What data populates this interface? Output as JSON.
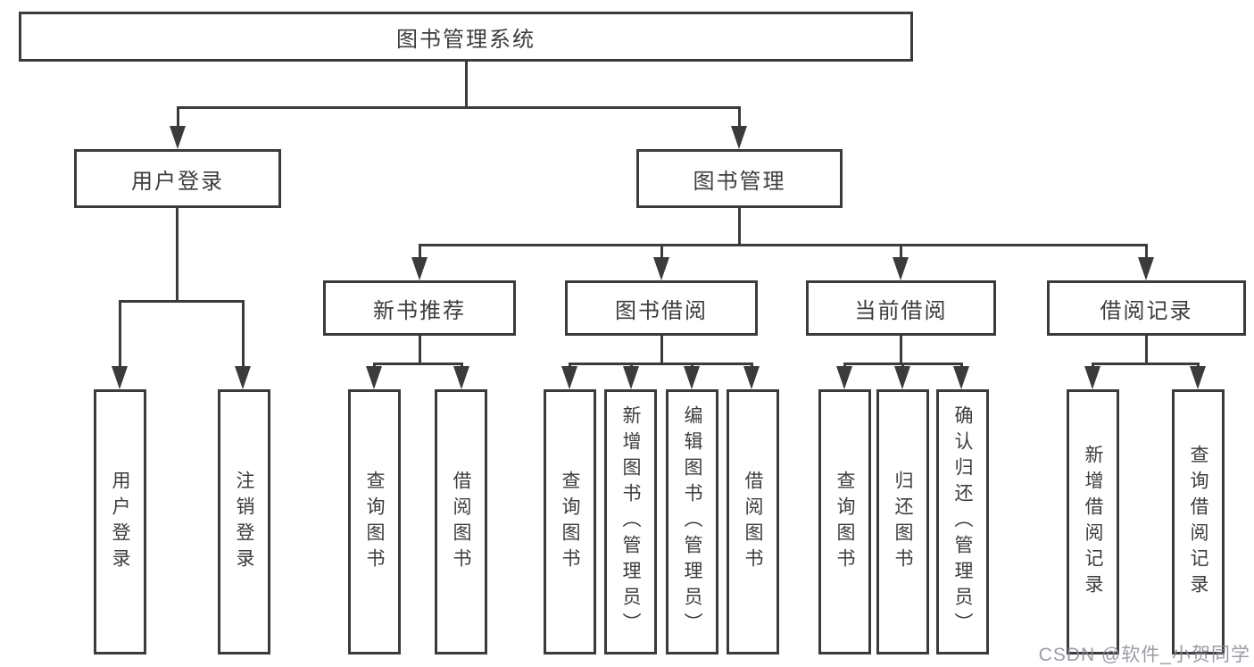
{
  "palette": {
    "line": "#3b3b3b",
    "text": "#3d3d3d",
    "background": "#ffffff",
    "watermark": "#8a8a96"
  },
  "tree": {
    "root": {
      "label": "图书管理系统"
    },
    "branches": [
      {
        "label": "用户登录",
        "children": [
          {
            "label": "用户登录"
          },
          {
            "label": "注销登录"
          }
        ]
      },
      {
        "label": "图书管理",
        "modules": [
          {
            "label": "新书推荐",
            "children": [
              {
                "label": "查询图书"
              },
              {
                "label": "借阅图书"
              }
            ]
          },
          {
            "label": "图书借阅",
            "children": [
              {
                "label": "查询图书"
              },
              {
                "label": "新增图书（管理员）"
              },
              {
                "label": "编辑图书（管理员）"
              },
              {
                "label": "借阅图书"
              }
            ]
          },
          {
            "label": "当前借阅",
            "children": [
              {
                "label": "查询图书"
              },
              {
                "label": "归还图书"
              },
              {
                "label": "确认归还（管理员）"
              }
            ]
          },
          {
            "label": "借阅记录",
            "children": [
              {
                "label": "新增借阅记录"
              },
              {
                "label": "查询借阅记录"
              }
            ]
          }
        ]
      }
    ]
  },
  "watermark": {
    "text": "CSDN @软件_小贺同学"
  }
}
